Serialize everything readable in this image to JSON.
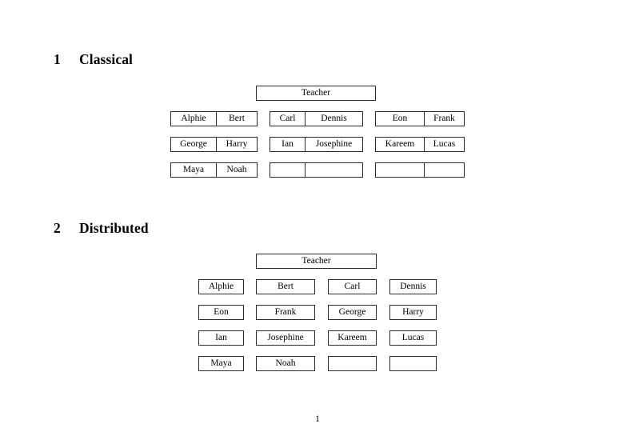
{
  "document": {
    "page_number": "1",
    "background_color": "#ffffff",
    "text_color": "#000000",
    "rule_color": "#2b2b2b"
  },
  "sections": [
    {
      "number": "1",
      "title": "Classical",
      "root": {
        "label": "Teacher"
      },
      "groups": [
        {
          "name": "group-left",
          "rows": [
            {
              "cells": [
                "Alphie",
                "Bert"
              ]
            },
            {
              "cells": [
                "George",
                "Harry"
              ]
            },
            {
              "cells": [
                "Maya",
                "Noah"
              ]
            }
          ]
        },
        {
          "name": "group-middle",
          "rows": [
            {
              "cells": [
                "Carl",
                "Dennis"
              ]
            },
            {
              "cells": [
                "Ian",
                "Josephine"
              ]
            },
            {
              "cells": [
                "",
                ""
              ]
            }
          ]
        },
        {
          "name": "group-right",
          "rows": [
            {
              "cells": [
                "Eon",
                "Frank"
              ]
            },
            {
              "cells": [
                "Kareem",
                "Lucas"
              ]
            },
            {
              "cells": [
                "",
                ""
              ]
            }
          ]
        }
      ]
    },
    {
      "number": "2",
      "title": "Distributed",
      "root": {
        "label": "Teacher"
      },
      "rows": [
        {
          "cells": [
            "Alphie",
            "Bert",
            "Carl",
            "Dennis"
          ]
        },
        {
          "cells": [
            "Eon",
            "Frank",
            "George",
            "Harry"
          ]
        },
        {
          "cells": [
            "Ian",
            "Josephine",
            "Kareem",
            "Lucas"
          ]
        },
        {
          "cells": [
            "Maya",
            "Noah",
            "",
            ""
          ]
        }
      ]
    }
  ]
}
